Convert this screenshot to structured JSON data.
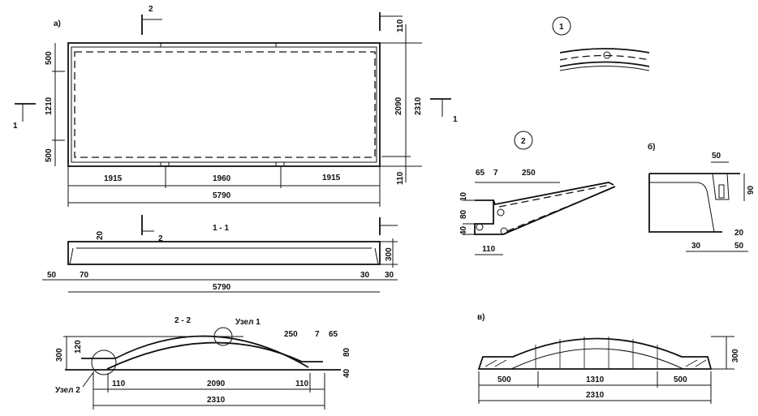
{
  "plan": {
    "label": "а)",
    "section_marks": {
      "top": "2",
      "left": "1",
      "right": "1"
    },
    "dims_left": [
      "500",
      "1210",
      "500"
    ],
    "dims_right": {
      "top": "110",
      "inner": "2090",
      "overall": "2310",
      "bottom": "110"
    },
    "dims_bottom": [
      "1915",
      "1960",
      "1915"
    ],
    "overall_length": "5790"
  },
  "section_1_1": {
    "title": "1 - 1",
    "mark": "2",
    "dims": {
      "top": "20",
      "height": "300",
      "left_a": "50",
      "left_b": "70",
      "length": "5790",
      "right_a": "30",
      "right_b": "30"
    }
  },
  "section_2_2": {
    "title": "2 - 2",
    "node1_label": "Узел 1",
    "node2_label": "Узел 2",
    "dims": {
      "height": "300",
      "h120": "120",
      "d250": "250",
      "d7": "7",
      "d65": "65",
      "d80": "80",
      "d40": "40",
      "left": "110",
      "mid": "2090",
      "right": "110",
      "overall": "2310"
    }
  },
  "node1": {
    "number": "1"
  },
  "node2": {
    "number": "2",
    "dims": {
      "d65": "65",
      "d7": "7",
      "d250": "250",
      "d10": "10",
      "d80": "80",
      "d40": "40",
      "d110": "110"
    }
  },
  "detail_b": {
    "label": "б)",
    "dims": {
      "w50": "50",
      "h90": "90",
      "d20": "20",
      "d30": "30",
      "d50": "50"
    }
  },
  "detail_v": {
    "label": "в)",
    "dims": {
      "height": "300",
      "left": "500",
      "mid": "1310",
      "right": "500",
      "overall": "2310"
    }
  }
}
